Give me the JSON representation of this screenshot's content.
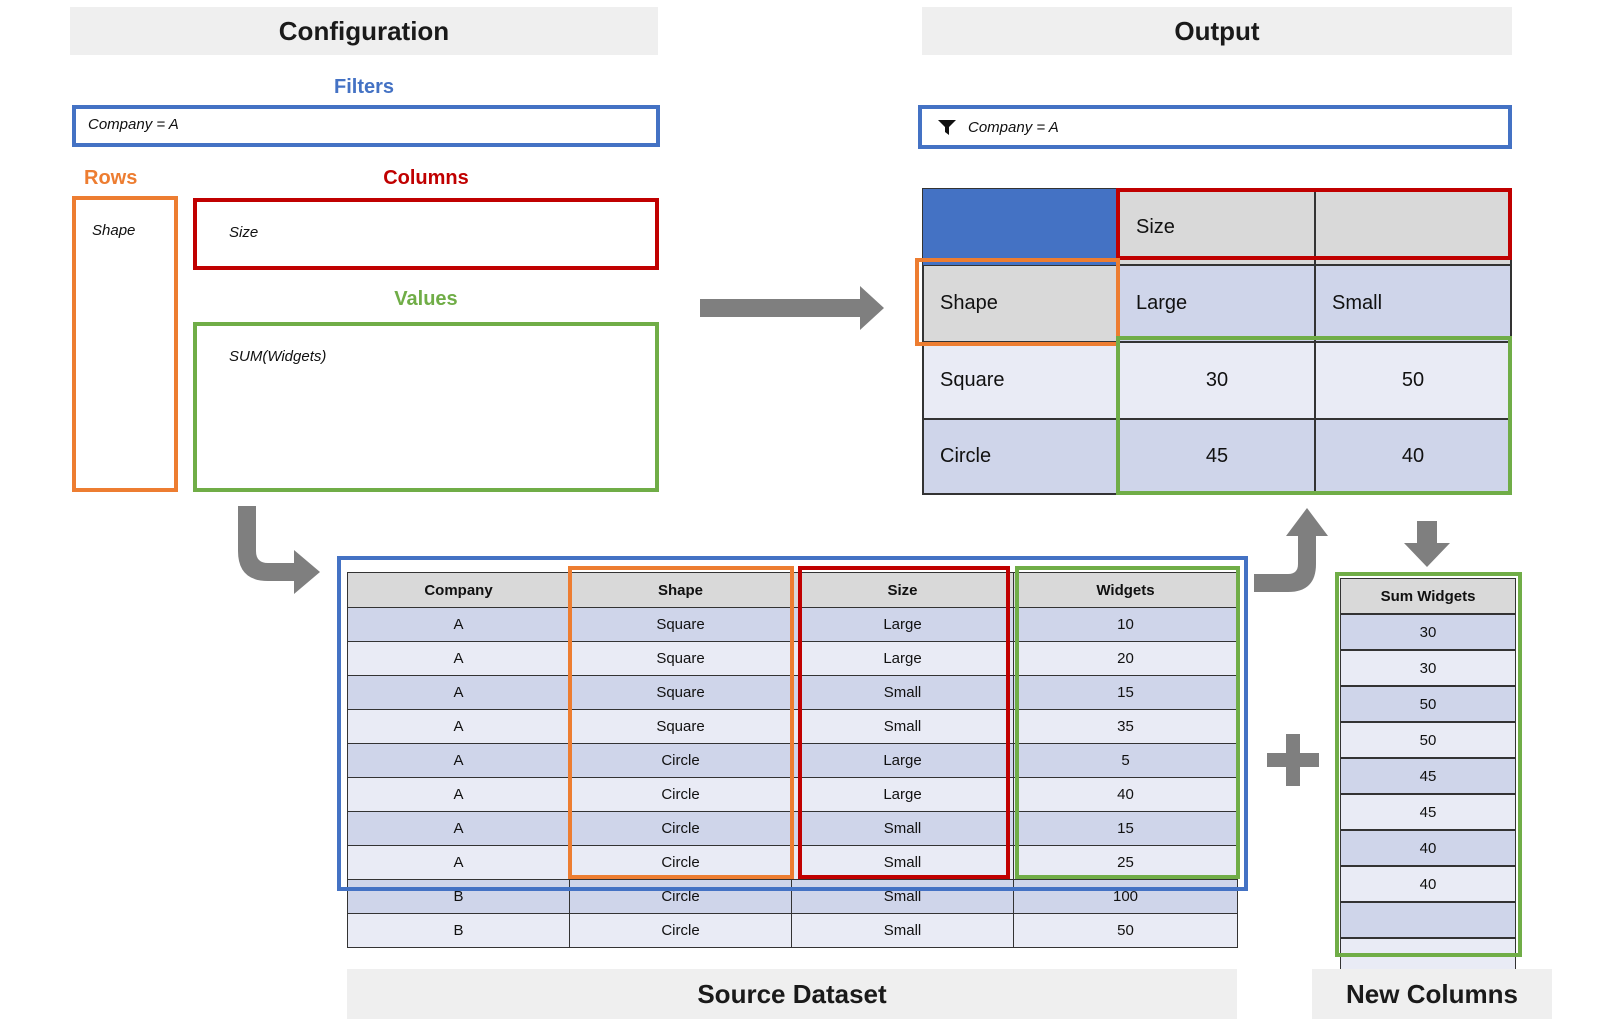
{
  "configuration": {
    "title": "Configuration",
    "filters_label": "Filters",
    "filter_value": "Company = A",
    "rows_label": "Rows",
    "rows_value": "Shape",
    "columns_label": "Columns",
    "columns_value": "Size",
    "values_label": "Values",
    "values_value": "SUM(Widgets)"
  },
  "output": {
    "title": "Output",
    "filter_value": "Company = A",
    "pivot": {
      "col_field": "Size",
      "row_field": "Shape",
      "col_headers": [
        "Large",
        "Small"
      ],
      "rows": [
        {
          "label": "Square",
          "values": [
            "30",
            "50"
          ]
        },
        {
          "label": "Circle",
          "values": [
            "45",
            "40"
          ]
        }
      ]
    }
  },
  "source": {
    "title": "Source Dataset",
    "headers": [
      "Company",
      "Shape",
      "Size",
      "Widgets"
    ],
    "rows": [
      [
        "A",
        "Square",
        "Large",
        "10"
      ],
      [
        "A",
        "Square",
        "Large",
        "20"
      ],
      [
        "A",
        "Square",
        "Small",
        "15"
      ],
      [
        "A",
        "Square",
        "Small",
        "35"
      ],
      [
        "A",
        "Circle",
        "Large",
        "5"
      ],
      [
        "A",
        "Circle",
        "Large",
        "40"
      ],
      [
        "A",
        "Circle",
        "Small",
        "15"
      ],
      [
        "A",
        "Circle",
        "Small",
        "25"
      ],
      [
        "B",
        "Circle",
        "Small",
        "100"
      ],
      [
        "B",
        "Circle",
        "Small",
        "50"
      ]
    ]
  },
  "new_columns": {
    "title": "New Columns",
    "header": "Sum Widgets",
    "values": [
      "30",
      "30",
      "50",
      "50",
      "45",
      "45",
      "40",
      "40",
      "",
      ""
    ]
  },
  "colors": {
    "blue": "#4472c4",
    "orange": "#ed7d31",
    "red": "#c00000",
    "green": "#70ad47",
    "arrow": "#7f7f7f",
    "header_grey": "#d9d9d9",
    "row_dark": "#cfd5ea",
    "row_light": "#e9ebf5"
  },
  "icons": [
    "filter-icon",
    "right-arrow-icon",
    "bent-arrow-icon",
    "plus-icon",
    "down-arrow-icon"
  ]
}
